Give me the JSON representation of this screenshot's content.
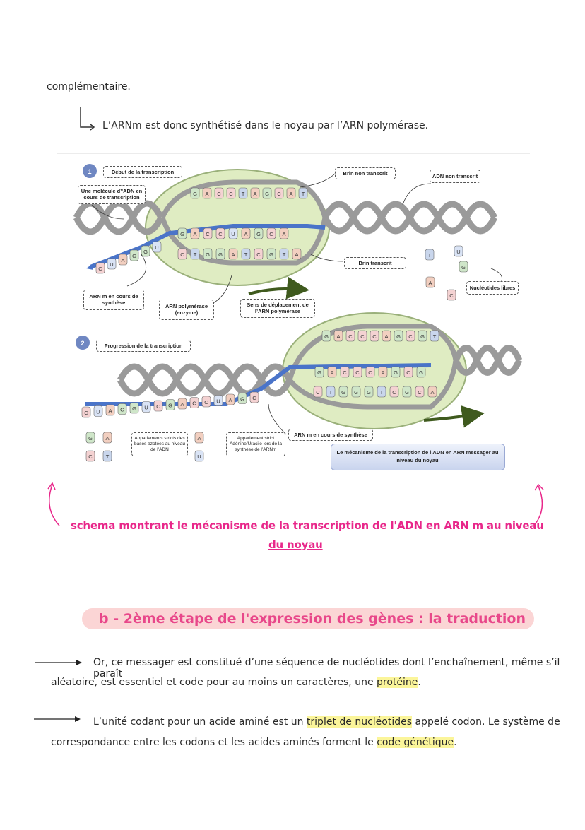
{
  "text": {
    "line1": "complémentaire.",
    "line2": "L’ARNm est donc synthétisé dans le noyau par l’ARN polymérase.",
    "schema_caption_1": "schema montrant le mécanisme de la transcription de l'ADN en ARN m au niveau",
    "schema_caption_2": "du noyau",
    "section_title": "b - 2ème étape de l'expression des gènes : la traduction",
    "para1_a": "Or, ce messager est constitué d’une séquence de nucléotides dont l’enchaînement, même s’il paraît",
    "para1_b": "aléatoire, est essentiel et code pour au moins un caractères, une ",
    "para1_hl": "protéine",
    "para1_end": ".",
    "para2_a": "L’unité codant pour un acide aminé est un ",
    "para2_hl1": "triplet de nucléotides",
    "para2_b": " appelé codon. Le système de",
    "para2_c": "correspondance entre les codons et les acides aminés forment le ",
    "para2_hl2": "code génétique",
    "para2_end": "."
  },
  "diagram": {
    "step1_num": "1",
    "step1_title": "Début de la transcription",
    "mol_label": "Une molécule d’’ADN en cours de transcription",
    "brin_non_transcrit": "Brin non transcrit",
    "adn_non_transcrit": "ADN non transcrit",
    "brin_transcrit": "Brin transcrit",
    "arn_cours": "ARN m en cours de synthèse",
    "arn_polymerase": "ARN polymérase (enzyme)",
    "sens": "Sens de déplacement de l’ARN polymérase",
    "nucleotides_libres": "Nucléotides libres",
    "step2_num": "2",
    "step2_title": "Progression de la transcription",
    "appariements": "Appariements stricts des bases azotées au niveau de l’ADN",
    "appariement_strict": "Appariement strict Adénine/Uracile lors de la synthèse de l’ARNm",
    "arn_cours_2": "ARN m en cours de synthèse",
    "mecanisme": "Le mécanisme de la transcription de l’ADN en ARN messager au niveau du noyau",
    "top_strand_1": [
      "G",
      "A",
      "C",
      "C",
      "T",
      "A",
      "G",
      "C",
      "A",
      "T"
    ],
    "mid_strand_1": [
      "G",
      "A",
      "C",
      "C",
      "U",
      "A",
      "G",
      "C",
      "A"
    ],
    "bot_strand_1": [
      "C",
      "T",
      "G",
      "G",
      "A",
      "T",
      "C",
      "G",
      "T",
      "A"
    ],
    "rna_tail_1": [
      "C",
      "U",
      "A",
      "G",
      "G",
      "U"
    ],
    "top_strand_2": [
      "G",
      "A",
      "C",
      "C",
      "C",
      "A",
      "G",
      "C",
      "G",
      "T"
    ],
    "mid_strand_2": [
      "G",
      "A",
      "C",
      "C",
      "C",
      "A",
      "G",
      "C",
      "G"
    ],
    "bot_strand_2": [
      "C",
      "T",
      "G",
      "G",
      "G",
      "T",
      "C",
      "G",
      "C",
      "A"
    ],
    "rna_tail_2": [
      "C",
      "U",
      "A",
      "G",
      "G",
      "U",
      "C",
      "G",
      "A",
      "C",
      "C",
      "U",
      "A",
      "G",
      "C"
    ],
    "free_nuc": [
      "T",
      "U",
      "G",
      "A",
      "C"
    ],
    "pair_a": [
      "G",
      "C"
    ],
    "pair_b": [
      "A",
      "T"
    ],
    "pair_c": [
      "A",
      "U"
    ]
  },
  "colors": {
    "pink": "#e8278a",
    "blue": "#4a74c9",
    "helix": "#9a9a9a",
    "nucleus": "#dfecc2",
    "arrow": "#3f5a1e",
    "highlight": "#fbf59a"
  }
}
